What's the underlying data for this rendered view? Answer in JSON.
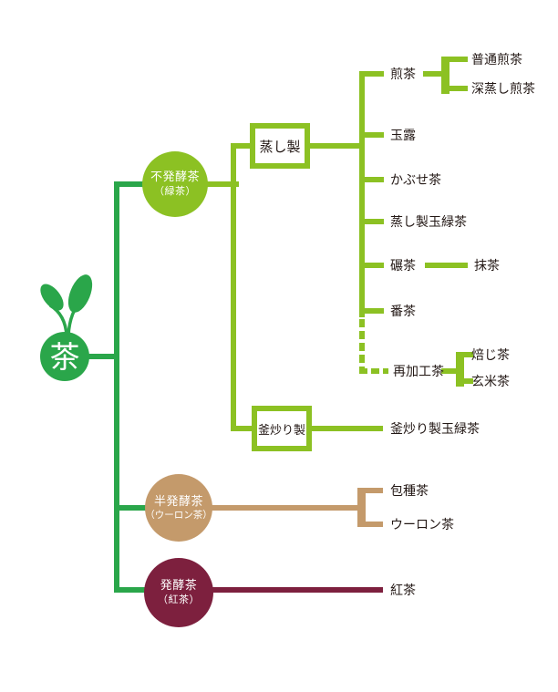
{
  "diagram": {
    "root_label": "茶",
    "colors": {
      "green_dark": "#2aa64a",
      "green_light": "#8cc123",
      "tan": "#c49a6b",
      "maroon": "#7d203e",
      "text": "#231815"
    },
    "nodes": {
      "unfermented": {
        "line1": "不発酵茶",
        "line2": "（緑茶）"
      },
      "semi_fermented": {
        "line1": "半発酵茶",
        "line2": "（ウーロン茶）"
      },
      "fermented": {
        "line1": "発酵茶",
        "line2": "（紅茶）"
      }
    },
    "process": {
      "steamed": "蒸し製",
      "pan_fired": "釜炒り製"
    },
    "leaves": {
      "sencha": "煎茶",
      "futsu_sencha": "普通煎茶",
      "fukamushi_sencha": "深蒸し煎茶",
      "gyokuro": "玉露",
      "kabusecha": "かぶせ茶",
      "mushisei_tamaryokucha": "蒸し製玉緑茶",
      "tencha": "碾茶",
      "matcha": "抹茶",
      "bancha": "番茶",
      "reprocessed": "再加工茶",
      "hojicha": "焙じ茶",
      "genmaicha": "玄米茶",
      "kamairisei_tamaryokucha": "釜炒り製玉緑茶",
      "hoshucha": "包種茶",
      "oolong": "ウーロン茶",
      "kocha": "紅茶"
    }
  }
}
